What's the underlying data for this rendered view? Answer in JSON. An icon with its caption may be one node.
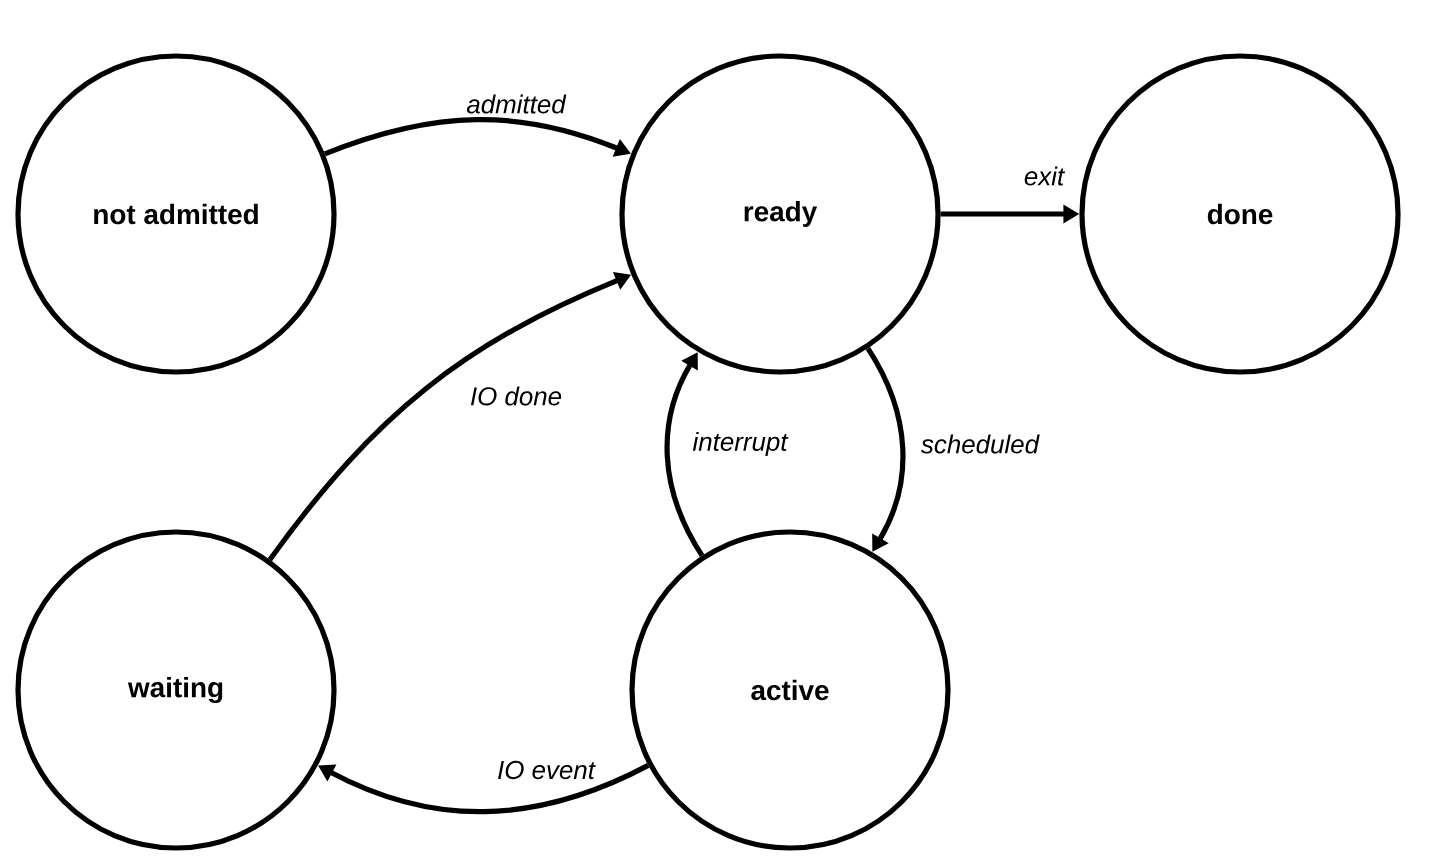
{
  "diagram": {
    "nodes": [
      {
        "text": [
          "not admitted"
        ]
      },
      {
        "text": [
          "ready"
        ]
      },
      {
        "text": [
          "done"
        ]
      },
      {
        "text": [
          "waiting"
        ]
      },
      {
        "text": [
          "active"
        ]
      }
    ],
    "edges": [
      {
        "from": 0,
        "to": 1,
        "arrow": "to",
        "label": "admitted"
      },
      {
        "from": 1,
        "to": 2,
        "arrow": "to",
        "label": "exit"
      },
      {
        "from": 3,
        "to": 1,
        "arrow": "to",
        "label": "IO done"
      },
      {
        "from": 1,
        "to": 4,
        "arrow": "to",
        "label": "scheduled"
      },
      {
        "from": 4,
        "to": 1,
        "arrow": "to",
        "label": "interrupt"
      },
      {
        "from": 4,
        "to": 3,
        "arrow": "to",
        "label": "IO event"
      }
    ]
  }
}
